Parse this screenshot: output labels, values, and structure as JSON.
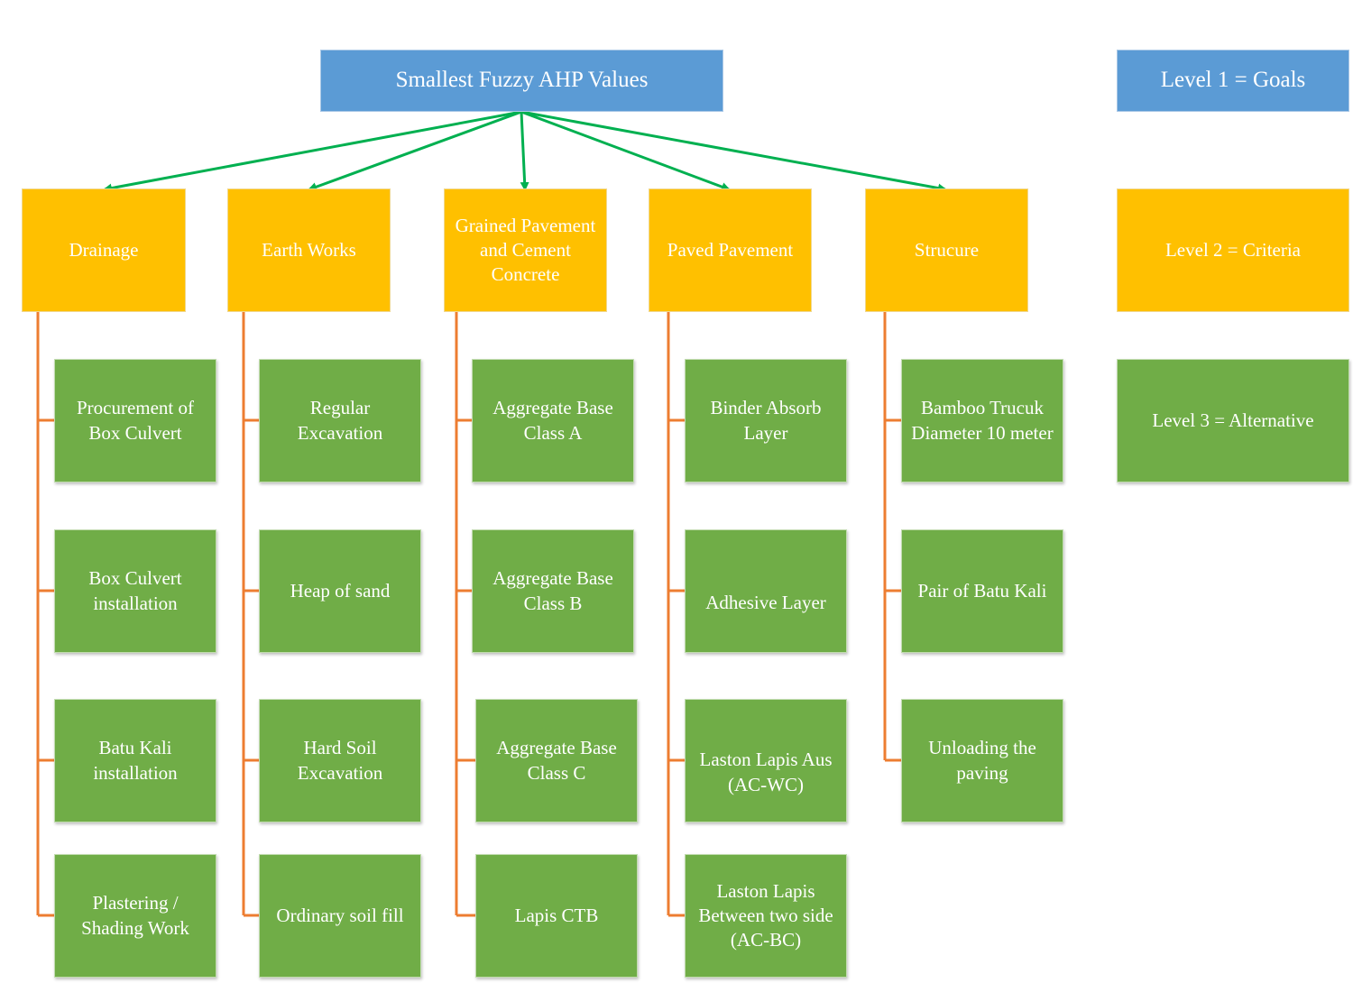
{
  "goal": {
    "label": "Smallest Fuzzy AHP Values"
  },
  "criteria": [
    {
      "label": "Drainage",
      "alternatives": [
        "Procurement of Box Culvert",
        "Box Culvert installation",
        "Batu Kali installation",
        "Plastering / Shading Work"
      ]
    },
    {
      "label": "Earth Works",
      "alternatives": [
        "Regular Excavation",
        "Heap of sand",
        "Hard Soil Excavation",
        "Ordinary soil fill"
      ]
    },
    {
      "label": "Grained Pavement and Cement Concrete",
      "alternatives": [
        "Aggregate Base Class A",
        "Aggregate Base Class B",
        "Aggregate Base Class C",
        "Lapis CTB"
      ]
    },
    {
      "label": "Paved Pavement",
      "alternatives": [
        "Binder Absorb Layer",
        "Adhesive Layer",
        "Laston Lapis Aus (AC-WC)",
        "Laston Lapis Between two side (AC-BC)"
      ]
    },
    {
      "label": "Strucure",
      "alternatives": [
        "Bamboo Trucuk Diameter 10 meter",
        "Pair of Batu Kali",
        "Unloading the paving"
      ]
    }
  ],
  "legend": {
    "level1": "Level 1 = Goals",
    "level2": "Level 2 = Criteria",
    "level3": "Level 3 = Alternative"
  },
  "colors": {
    "goal": "#5b9bd5",
    "criteria": "#ffc000",
    "alternative": "#70ad47",
    "goal_arrows": "#00b050",
    "tree_lines": "#ed7d31"
  }
}
